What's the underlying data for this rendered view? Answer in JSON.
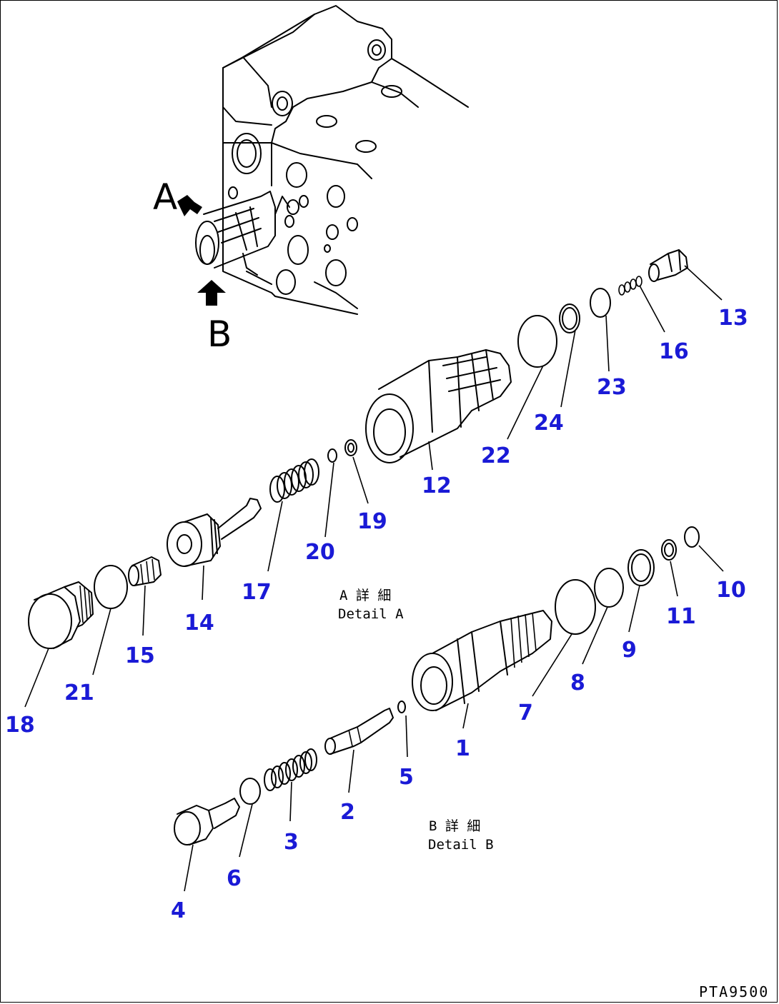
{
  "view_labels": {
    "a": "A",
    "b": "B"
  },
  "detail_a": {
    "jp": "A 詳 細",
    "en": "Detail A"
  },
  "detail_b": {
    "jp": "B 詳 細",
    "en": "Detail B"
  },
  "drawing_code": "PTA9500",
  "callouts": {
    "c1": "1",
    "c2": "2",
    "c3": "3",
    "c4": "4",
    "c5": "5",
    "c6": "6",
    "c7": "7",
    "c8": "8",
    "c9": "9",
    "c10": "10",
    "c11": "11",
    "c12": "12",
    "c13": "13",
    "c14": "14",
    "c15": "15",
    "c16": "16",
    "c17": "17",
    "c18": "18",
    "c19": "19",
    "c20": "20",
    "c21": "21",
    "c22": "22",
    "c23": "23",
    "c24": "24"
  },
  "colors": {
    "callout": "#1a1ad6",
    "line": "#000000",
    "background": "#ffffff"
  }
}
